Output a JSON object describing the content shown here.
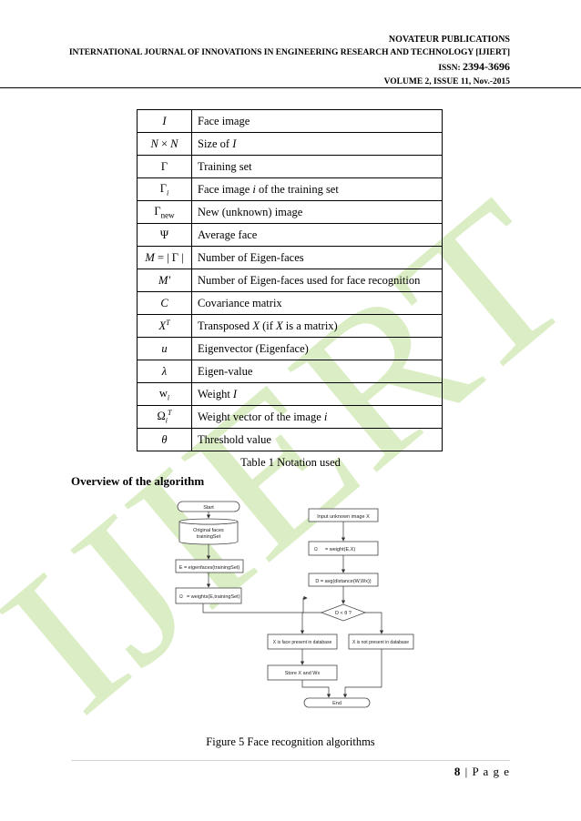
{
  "header": {
    "publisher": "NOVATEUR PUBLICATIONS",
    "journal": "INTERNATIONAL JOURNAL OF INNOVATIONS IN ENGINEERING RESEARCH AND TECHNOLOGY [IJIERT]",
    "issn_label": "ISSN: ",
    "issn_number": "2394-3696",
    "volume": "VOLUME 2, ISSUE 11, Nov.-2015"
  },
  "watermark_text": "IJIERT",
  "table": {
    "rows": [
      {
        "symbol": "I",
        "desc": "Face image"
      },
      {
        "symbol": "N × N",
        "desc": "Size of I"
      },
      {
        "symbol": "Γ",
        "desc": "Training set"
      },
      {
        "symbol": "Γi",
        "desc": "Face image i of the training set"
      },
      {
        "symbol": "Γnew",
        "desc": "New (unknown) image"
      },
      {
        "symbol": "Ψ",
        "desc": "Average face"
      },
      {
        "symbol": "M = | Γ |",
        "desc": "Number of Eigen-faces"
      },
      {
        "symbol": "M'",
        "desc": "Number of Eigen-faces used for face recognition"
      },
      {
        "symbol": "C",
        "desc": "Covariance matrix"
      },
      {
        "symbol": "XT",
        "desc": "Transposed X (if X is a matrix)"
      },
      {
        "symbol": "u",
        "desc": "Eigenvector (Eigenface)"
      },
      {
        "symbol": "λ",
        "desc": "Eigen-value"
      },
      {
        "symbol": "wi",
        "desc": "Weight I"
      },
      {
        "symbol": "ΩiT",
        "desc": "Weight vector of the image i"
      },
      {
        "symbol": "θ",
        "desc": "Threshold value"
      }
    ],
    "caption": "Table 1 Notation used"
  },
  "section_title": "Overview of the algorithm",
  "flowchart": {
    "start": "Start",
    "original_faces_1": "Original faces",
    "original_faces_2": "trainingSet",
    "eigenfaces": "E = eigenfaces(trainingSet)",
    "weights_left": "= weights(E,trainingSet)",
    "input_unknown": "Input unknown image X",
    "weight_x": "= weight(E,X)",
    "distance": "D = avg(distance(W,Wx))",
    "decision": "D < θ ?",
    "face_present": "X is face present in database",
    "not_present": "X is not present in database",
    "store": "Store X and Wx",
    "end": "End"
  },
  "figure_caption": "Figure 5 Face recognition algorithms",
  "page": {
    "number": "8",
    "separator": " | ",
    "label": "P a g e"
  }
}
